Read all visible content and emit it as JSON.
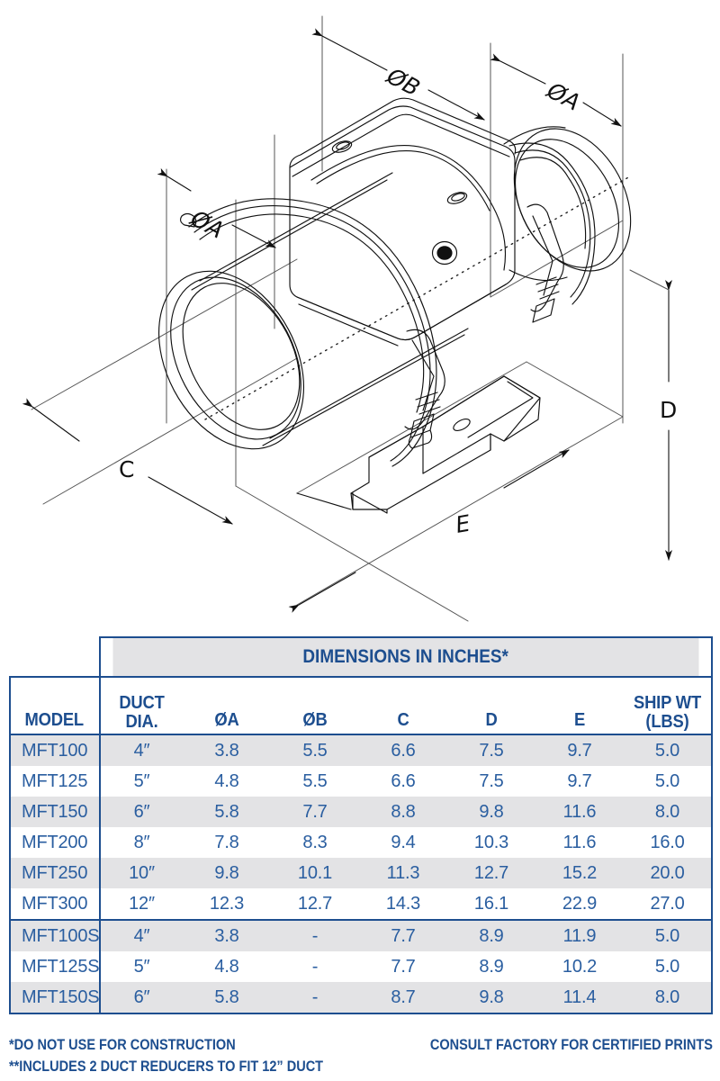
{
  "drawing": {
    "title": "inline-mixed-flow-duct-fan-isometric",
    "dimension_labels": {
      "diameter_b": "ØB",
      "diameter_a_right": "ØA",
      "diameter_a_left": "ØA",
      "length_c": "C",
      "height_d": "D",
      "length_e": "E"
    }
  },
  "table": {
    "banner": "DIMENSIONS IN INCHES*",
    "headers": {
      "model": "MODEL",
      "duct_dia_line1": "DUCT",
      "duct_dia_line2": "DIA.",
      "oa": "ØA",
      "ob": "ØB",
      "c": "C",
      "d": "D",
      "e": "E",
      "ship_wt_line1": "SHIP WT",
      "ship_wt_line2": "(LBS)"
    },
    "rows": [
      {
        "model": "MFT100",
        "duct": "4″",
        "oa": "3.8",
        "ob": "5.5",
        "c": "6.6",
        "d": "7.5",
        "e": "9.7",
        "wt": "5.0"
      },
      {
        "model": "MFT125",
        "duct": "5″",
        "oa": "4.8",
        "ob": "5.5",
        "c": "6.6",
        "d": "7.5",
        "e": "9.7",
        "wt": "5.0"
      },
      {
        "model": "MFT150",
        "duct": "6″",
        "oa": "5.8",
        "ob": "7.7",
        "c": "8.8",
        "d": "9.8",
        "e": "11.6",
        "wt": "8.0"
      },
      {
        "model": "MFT200",
        "duct": "8″",
        "oa": "7.8",
        "ob": "8.3",
        "c": "9.4",
        "d": "10.3",
        "e": "11.6",
        "wt": "16.0"
      },
      {
        "model": "MFT250",
        "duct": "10″",
        "oa": "9.8",
        "ob": "10.1",
        "c": "11.3",
        "d": "12.7",
        "e": "15.2",
        "wt": "20.0"
      },
      {
        "model": "MFT300",
        "duct": "12″",
        "oa": "12.3",
        "ob": "12.7",
        "c": "14.3",
        "d": "16.1",
        "e": "22.9",
        "wt": "27.0"
      },
      {
        "model": "MFT100S",
        "duct": "4″",
        "oa": "3.8",
        "ob": "-",
        "c": "7.7",
        "d": "8.9",
        "e": "11.9",
        "wt": "5.0"
      },
      {
        "model": "MFT125S",
        "duct": "5″",
        "oa": "4.8",
        "ob": "-",
        "c": "7.7",
        "d": "8.9",
        "e": "10.2",
        "wt": "5.0"
      },
      {
        "model": "MFT150S",
        "duct": "6″",
        "oa": "5.8",
        "ob": "-",
        "c": "8.7",
        "d": "9.8",
        "e": "11.4",
        "wt": "8.0"
      }
    ]
  },
  "footnotes": {
    "line1_left": "*DO NOT USE FOR CONSTRUCTION",
    "line1_right": "CONSULT FACTORY FOR CERTIFIED PRINTS",
    "line2_left": "**INCLUDES 2 DUCT REDUCERS TO FIT 12” DUCT"
  },
  "colors": {
    "text_blue": "#1d4e8f",
    "data_blue": "#2a5ea0",
    "row_shade": "#e3e3e5",
    "line_black": "#111111"
  }
}
